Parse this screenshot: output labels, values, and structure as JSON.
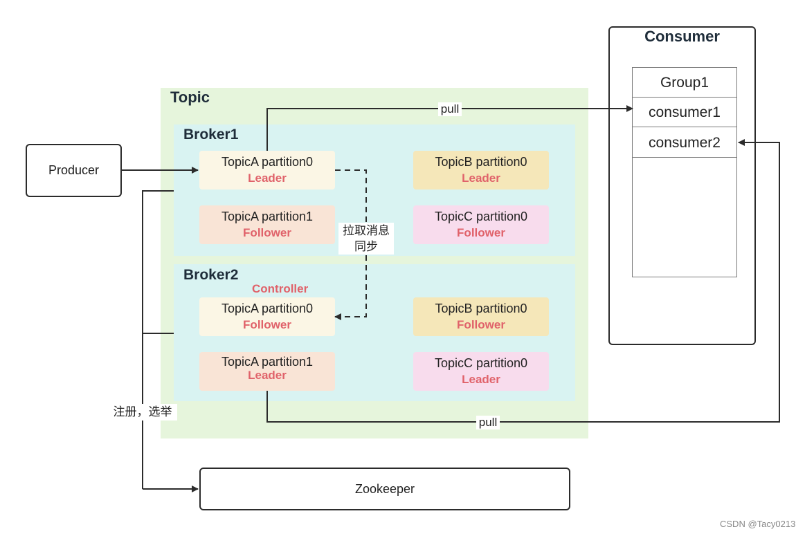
{
  "topic": {
    "title": "Topic"
  },
  "broker1": {
    "title": "Broker1",
    "partitions": [
      {
        "name": "TopicA partition0",
        "role": "Leader"
      },
      {
        "name": "TopicB partition0",
        "role": "Leader"
      },
      {
        "name": "TopicA partition1",
        "role": "Follower"
      },
      {
        "name": "TopicC partition0",
        "role": "Follower"
      }
    ]
  },
  "broker2": {
    "title": "Broker2",
    "badge": "Controller",
    "partitions": [
      {
        "name": "TopicA partition0",
        "role": "Follower"
      },
      {
        "name": "TopicB partition0",
        "role": "Follower"
      },
      {
        "name": "TopicA partition1",
        "role": "Leader"
      },
      {
        "name": "TopicC partition0",
        "role": "Leader"
      }
    ]
  },
  "producer": {
    "label": "Producer"
  },
  "zookeeper": {
    "label": "Zookeeper"
  },
  "consumer": {
    "title": "Consumer",
    "rows": [
      "Group1",
      "consumer1",
      "consumer2"
    ]
  },
  "edges": {
    "pull_top": "pull",
    "pull_bottom": "pull",
    "sync_line1": "拉取消息",
    "sync_line2": "同步",
    "register": "注册，选举"
  },
  "watermark": "CSDN @Tacy0213",
  "colors": {
    "topic_bg": "#e6f5dc",
    "broker_bg": "#d9f3f2",
    "role_text": "#e0626a"
  }
}
